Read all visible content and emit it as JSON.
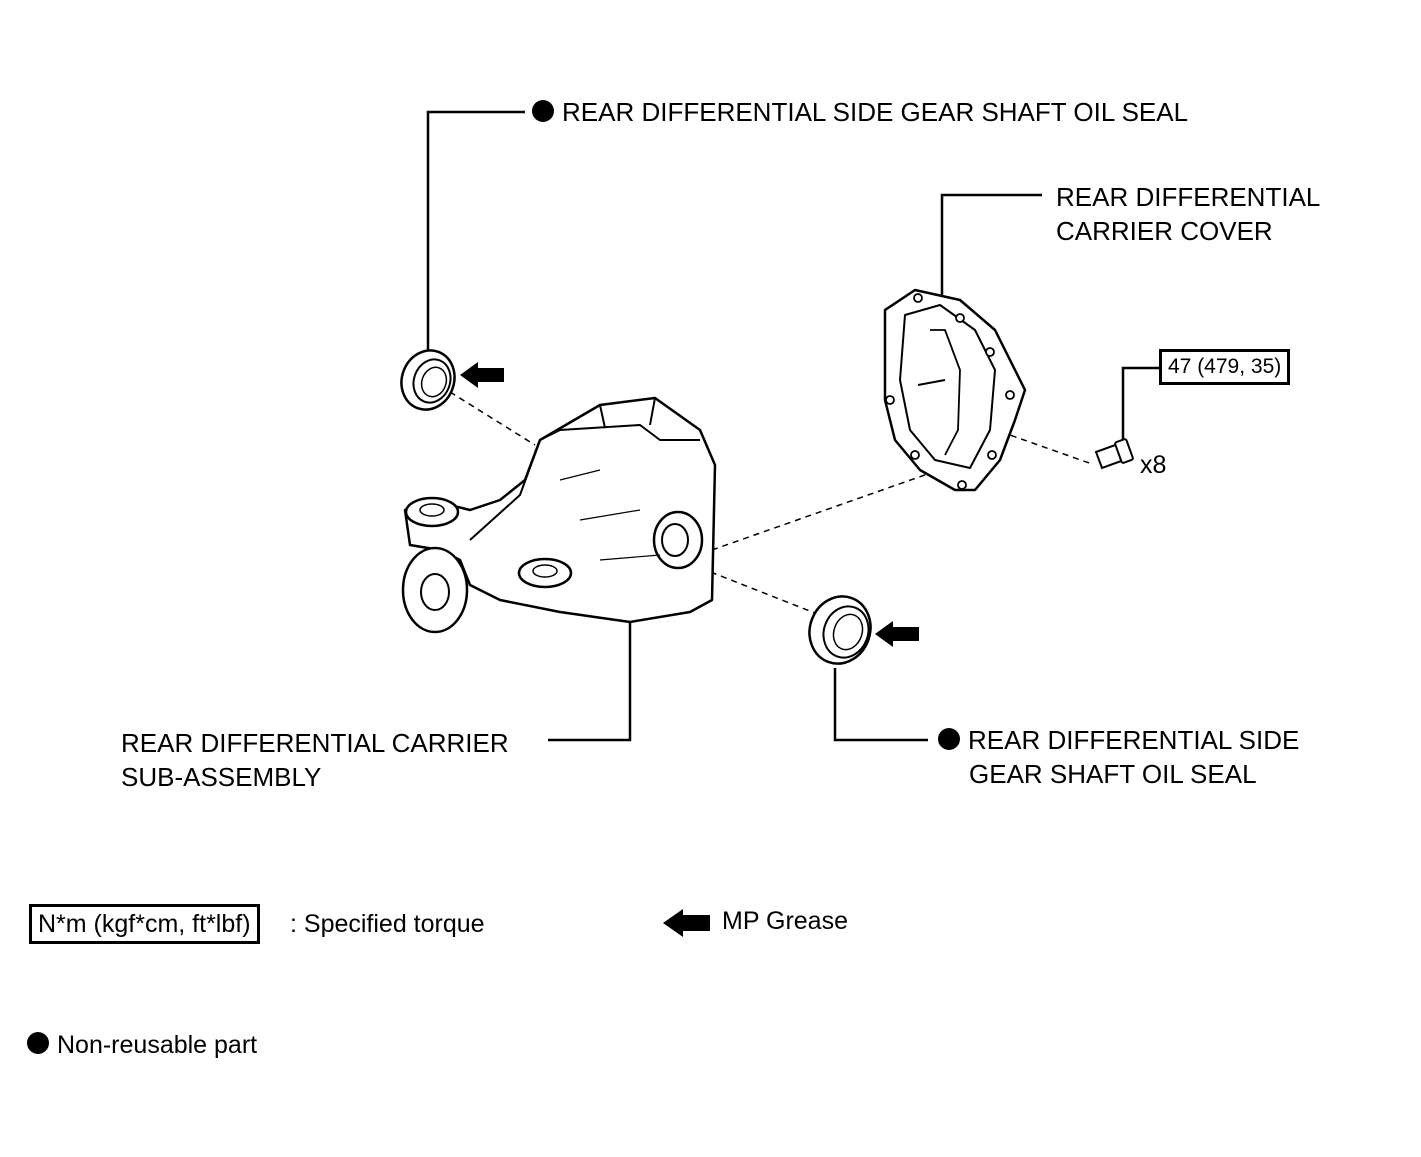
{
  "labels": {
    "seal_top": "REAR DIFFERENTIAL SIDE GEAR SHAFT OIL SEAL",
    "cover_line1": "REAR DIFFERENTIAL",
    "cover_line2": "CARRIER COVER",
    "torque_value": "47 (479, 35)",
    "bolt_qty": "x8",
    "carrier_line1": "REAR DIFFERENTIAL CARRIER",
    "carrier_line2": "SUB-ASSEMBLY",
    "seal_bottom_line1": "REAR DIFFERENTIAL SIDE",
    "seal_bottom_line2": "GEAR SHAFT OIL SEAL"
  },
  "legend": {
    "torque_units": "N*m (kgf*cm, ft*lbf)",
    "torque_desc": ": Specified torque",
    "grease_desc": "MP Grease",
    "nonreusable_desc": "Non-reusable part"
  },
  "icons": {
    "non_reusable": "filled-circle",
    "grease": "left-arrow"
  }
}
